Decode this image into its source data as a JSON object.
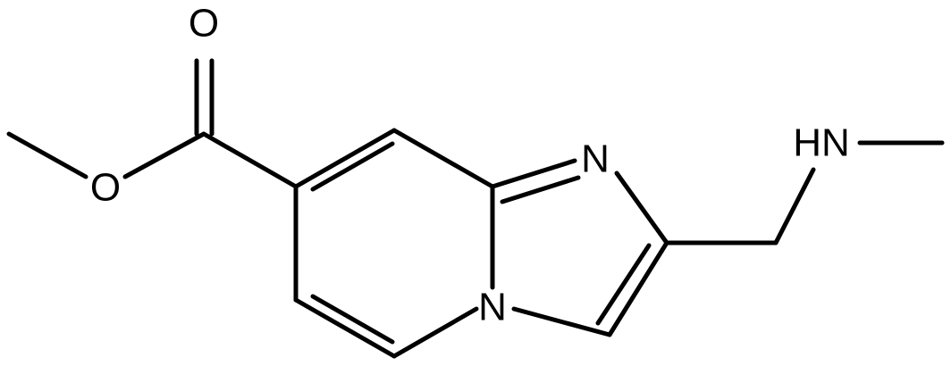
{
  "molecule": {
    "atoms": {
      "o_carbonyl": "O",
      "o_ester": "O",
      "n_imidazole": "N",
      "n_bridge": "N",
      "n_amine": "HN"
    },
    "colors": {
      "ink": "#000000",
      "background": "#ffffff"
    }
  }
}
